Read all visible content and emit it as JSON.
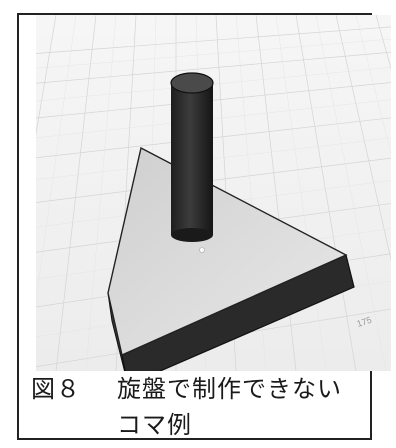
{
  "figure": {
    "number_label": "図８",
    "caption_line1": "旋盤で制作できない",
    "caption_line2": "コマ例",
    "scale_tick": "175"
  }
}
